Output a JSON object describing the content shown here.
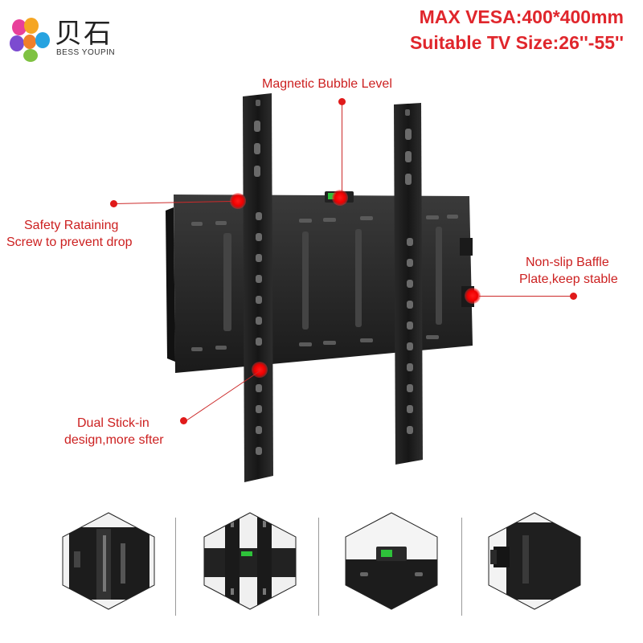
{
  "logo": {
    "chinese": "贝石",
    "english": "BESS YOUPIN",
    "petal_colors": [
      "#e8409a",
      "#f5a623",
      "#27a3e0",
      "#7fc242",
      "#7c4bd0",
      "#f07f2a"
    ]
  },
  "specs": {
    "vesa": "MAX VESA:400*400mm",
    "tv_size": "Suitable TV Size:26''-55''"
  },
  "callouts": {
    "bubble_level": "Magnetic Bubble Level",
    "safety_line1": "Safety Rataining",
    "safety_line2": "Screw to prevent drop",
    "baffle_line1": "Non-slip Baffle",
    "baffle_line2": "Plate,keep stable",
    "stick_line1": "Dual Stick-in",
    "stick_line2": "design,more sfter"
  },
  "colors": {
    "accent_red": "#e0262c",
    "callout_red": "#cc2020",
    "bracket_black": "#1c1c1c",
    "level_green": "#2ec23a"
  },
  "thumbnails": [
    "side-plate-detail",
    "dual-stick-in-detail",
    "bubble-level-detail",
    "baffle-plate-detail"
  ]
}
